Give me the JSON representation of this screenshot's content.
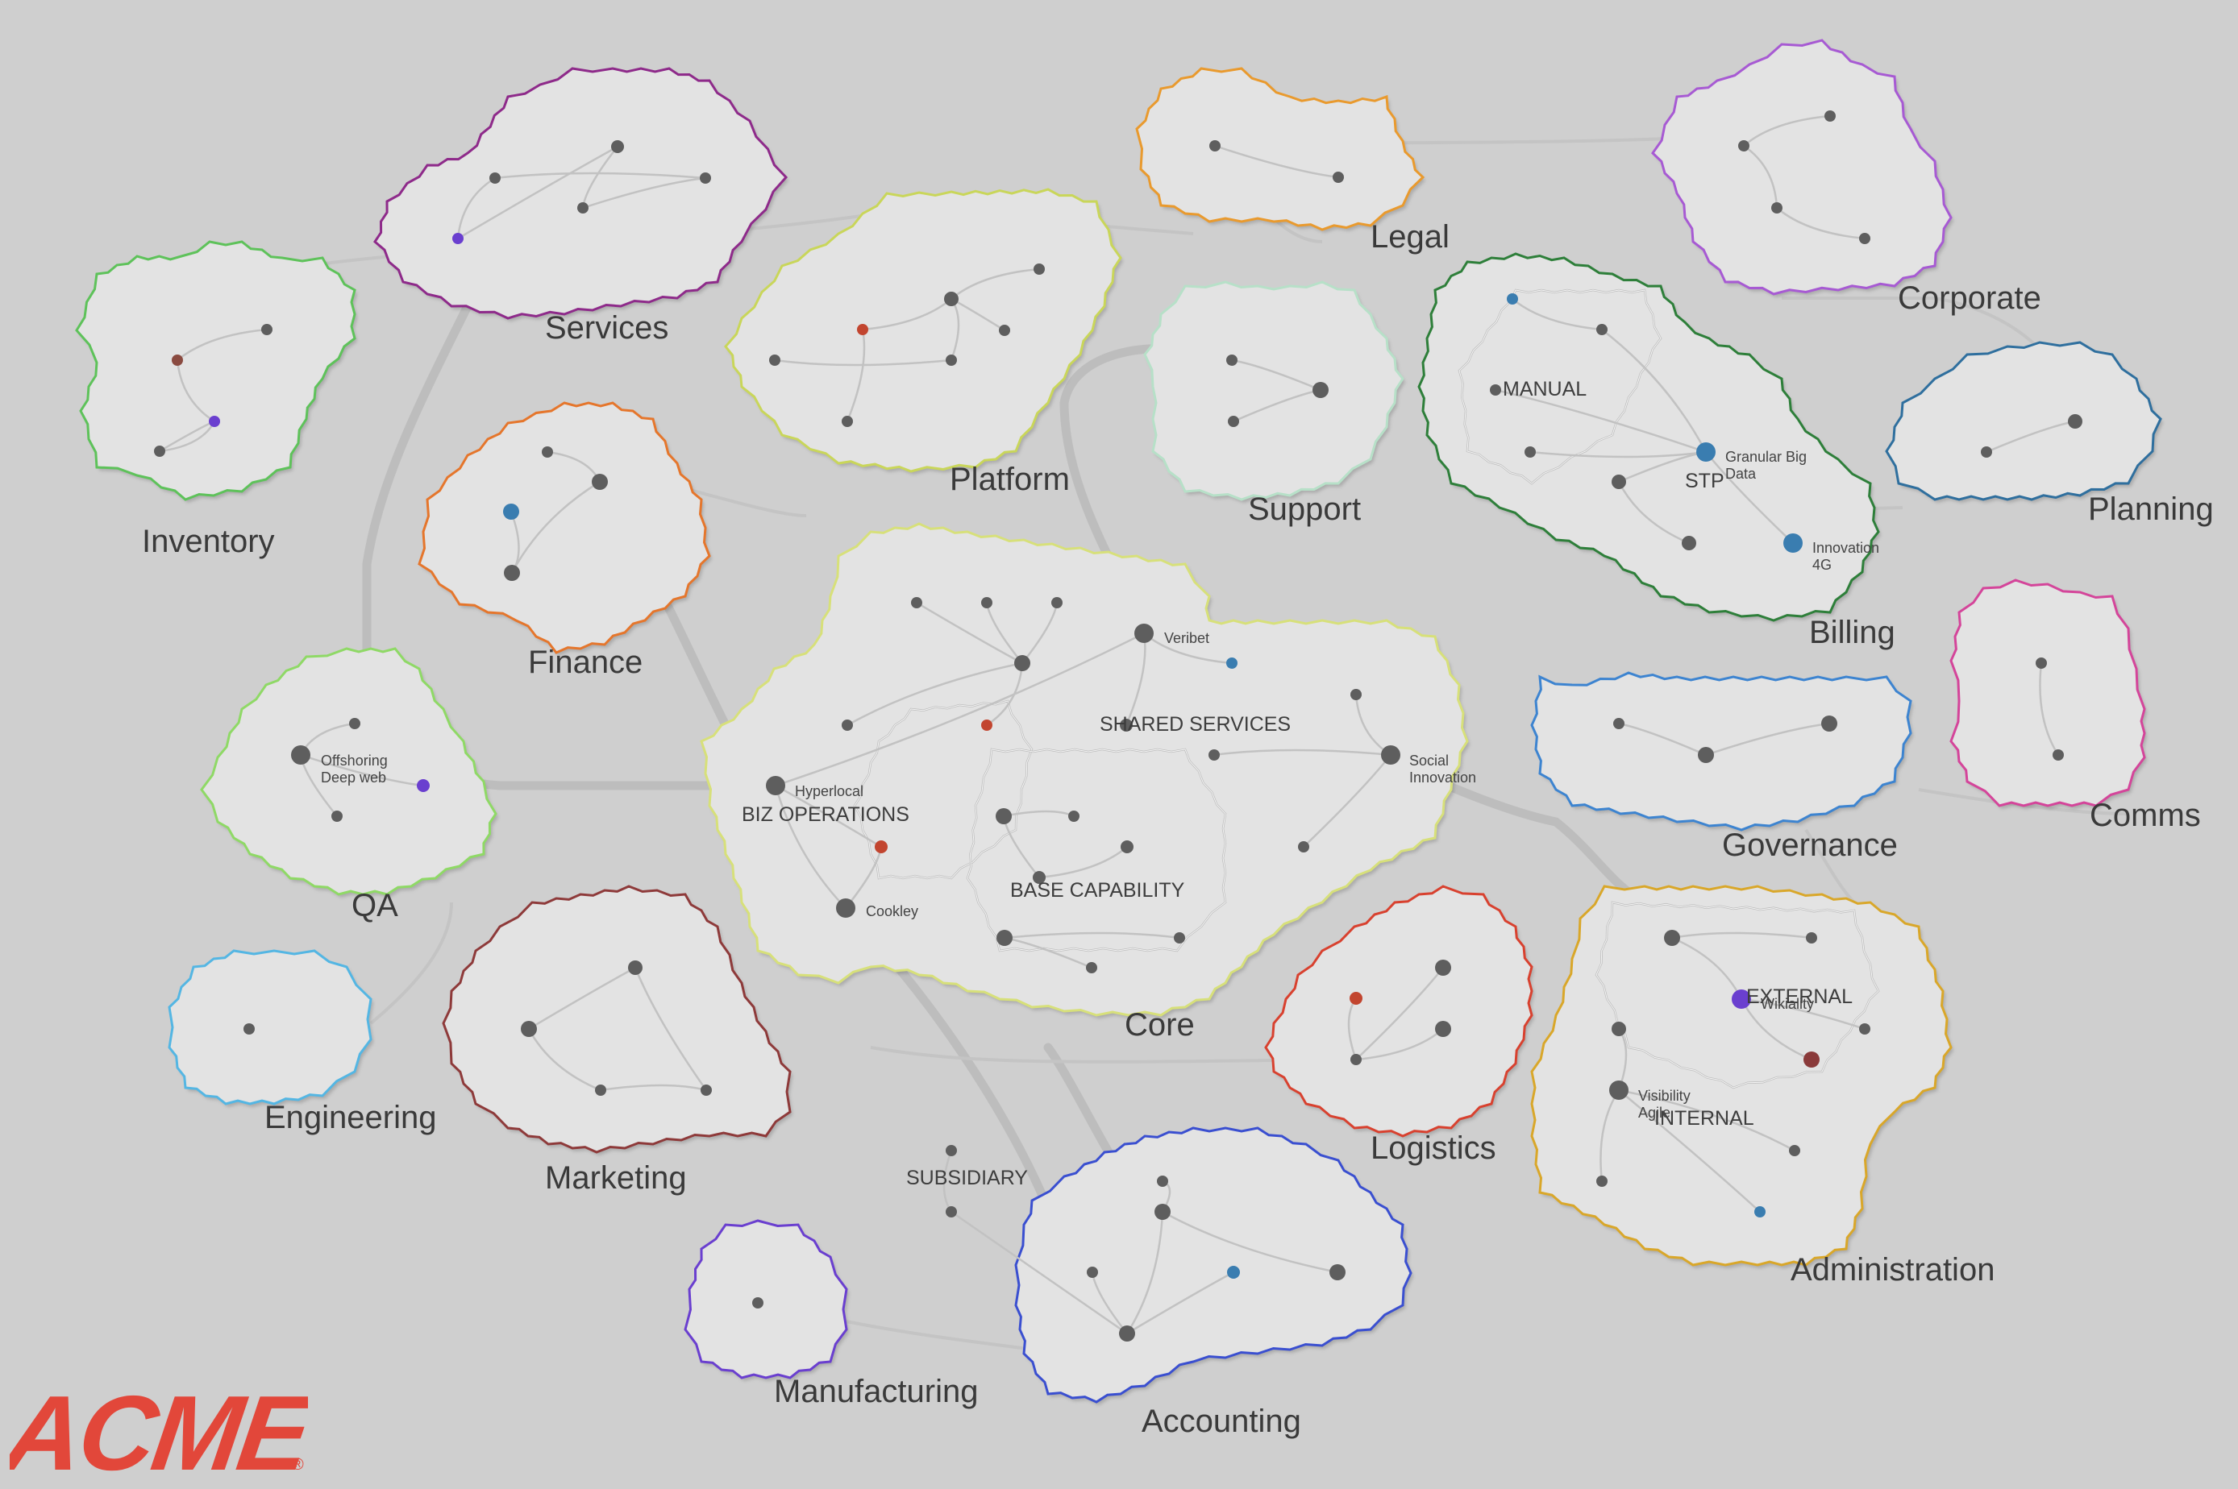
{
  "brand": {
    "logo_text": "ACME",
    "logo_mark": "®",
    "logo_color": "#e2473a"
  },
  "colors": {
    "background": "#cfcfcf",
    "region_fill": "#e3e3e3",
    "node": "#5e5e5e"
  },
  "regions": [
    {
      "key": "inventory",
      "label": "Inventory",
      "color": "#5ec25a"
    },
    {
      "key": "services",
      "label": "Services",
      "color": "#8e2a8a"
    },
    {
      "key": "platform",
      "label": "Platform",
      "color": "#c9d65a"
    },
    {
      "key": "legal",
      "label": "Legal",
      "color": "#e99a2e"
    },
    {
      "key": "corporate",
      "label": "Corporate",
      "color": "#a75ad3"
    },
    {
      "key": "finance",
      "label": "Finance",
      "color": "#e5762c"
    },
    {
      "key": "support",
      "label": "Support",
      "color": "#b7e0c8"
    },
    {
      "key": "billing",
      "label": "Billing",
      "color": "#2e7f3a"
    },
    {
      "key": "planning",
      "label": "Planning",
      "color": "#2f6f9e"
    },
    {
      "key": "qa",
      "label": "QA",
      "color": "#8fd966"
    },
    {
      "key": "core",
      "label": "Core",
      "color": "#d7e07a"
    },
    {
      "key": "governance",
      "label": "Governance",
      "color": "#3d84d0"
    },
    {
      "key": "comms",
      "label": "Comms",
      "color": "#d4459a"
    },
    {
      "key": "engineering",
      "label": "Engineering",
      "color": "#54b6e3"
    },
    {
      "key": "marketing",
      "label": "Marketing",
      "color": "#8e3a3a"
    },
    {
      "key": "logistics",
      "label": "Logistics",
      "color": "#d8412f"
    },
    {
      "key": "administration",
      "label": "Administration",
      "color": "#d9a72a"
    },
    {
      "key": "accounting",
      "label": "Accounting",
      "color": "#3a4fd0"
    },
    {
      "key": "manufacturing",
      "label": "Manufacturing",
      "color": "#6a3fcf"
    }
  ],
  "subgroups": {
    "manual": "MANUAL",
    "stp": "STP",
    "shared_services": "SHARED SERVICES",
    "biz_operations": "BIZ OPERATIONS",
    "base_capability": "BASE CAPABILITY",
    "external": "EXTERNAL",
    "internal": "INTERNAL",
    "subsidiary": "SUBSIDIARY"
  },
  "node_labels": {
    "granular": [
      "Granular Big",
      "Data"
    ],
    "innovation4g": [
      "Innovation",
      "4G"
    ],
    "veribet": "Veribet",
    "social": [
      "Social",
      "Innovation"
    ],
    "hyperlocal": "Hyperlocal",
    "cookley": "Cookley",
    "offshoring": [
      "Offshoring",
      "Deep web"
    ],
    "wikiality": "Wikiality",
    "visibility": [
      "Visibility",
      "Agile"
    ]
  }
}
